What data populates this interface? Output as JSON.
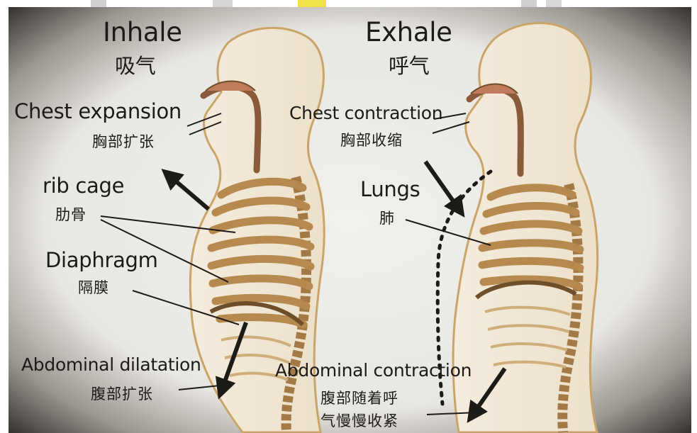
{
  "colors": {
    "background": "#ececea",
    "vignette": "#2a2622",
    "body_outline": "#c9a56a",
    "bone": "#b68a4e",
    "bone_dark": "#6e4f2a",
    "text": "#1d1b18",
    "top_bar_gray": "#c8c8c8",
    "top_bar_yellow": "#f2e04a"
  },
  "icons": [
    "arrow-icon",
    "leader-line-icon",
    "dotted-curve-icon"
  ],
  "inhale": {
    "title_en": "Inhale",
    "title_cn": "吸气",
    "chest_en": "Chest expansion",
    "chest_cn": "胸部扩张",
    "rib_en": "rib cage",
    "rib_cn": "肋骨",
    "diaphragm_en": "Diaphragm",
    "diaphragm_cn": "隔膜",
    "abdomen_en": "Abdominal dilatation",
    "abdomen_cn": "腹部扩张"
  },
  "exhale": {
    "title_en": "Exhale",
    "title_cn": "呼气",
    "chest_en": "Chest contraction",
    "chest_cn": "胸部收缩",
    "lungs_en": "Lungs",
    "lungs_cn": "肺",
    "abdomen_en": "Abdominal contraction",
    "abdomen_cn_1": "腹部随着呼",
    "abdomen_cn_2": "气慢慢收紧"
  }
}
